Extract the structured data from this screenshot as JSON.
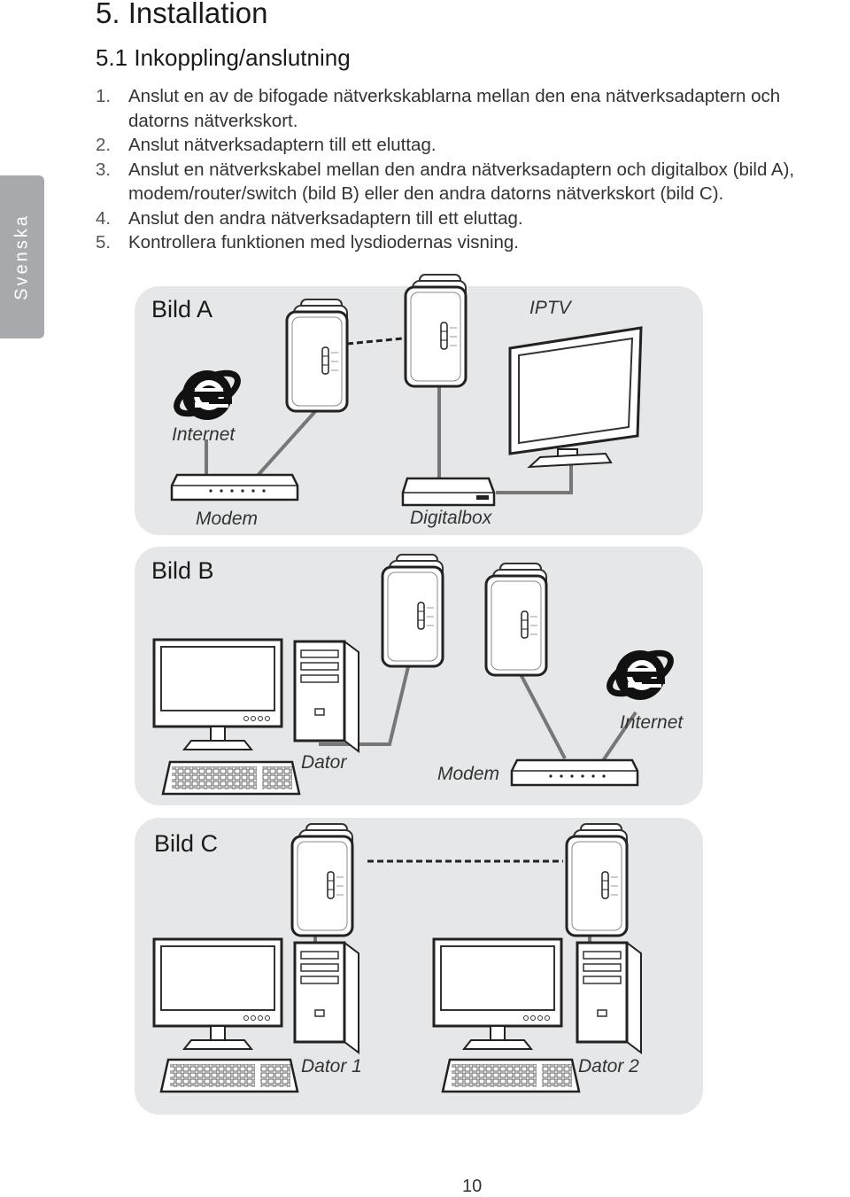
{
  "side_tab": "Svenska",
  "heading": "5. Installation",
  "subheading": "5.1 Inkoppling/anslutning",
  "steps": [
    {
      "num": "1.",
      "text": "Anslut en av de bifogade nätverkskablarna mellan den ena nätverksadaptern och datorns nätverkskort."
    },
    {
      "num": "2.",
      "text": "Anslut nätverksadaptern till ett eluttag."
    },
    {
      "num": "3.",
      "text": "Anslut en nätverkskabel mellan den andra nätverksadaptern och digitalbox (bild A), modem/router/switch (bild B) eller den andra datorns nätverkskort (bild C)."
    },
    {
      "num": "4.",
      "text": "Anslut den andra nätverksadaptern till ett eluttag."
    },
    {
      "num": "5.",
      "text": "Kontrollera funktionen med lysdiodernas visning."
    }
  ],
  "diagram_a": {
    "title": "Bild A",
    "internet": "Internet",
    "iptv": "IPTV",
    "modem": "Modem",
    "digitalbox": "Digitalbox"
  },
  "diagram_b": {
    "title": "Bild B",
    "dator": "Dator",
    "internet": "Internet",
    "modem": "Modem"
  },
  "diagram_c": {
    "title": "Bild C",
    "dator1": "Dator 1",
    "dator2": "Dator 2"
  },
  "page_number": "10"
}
